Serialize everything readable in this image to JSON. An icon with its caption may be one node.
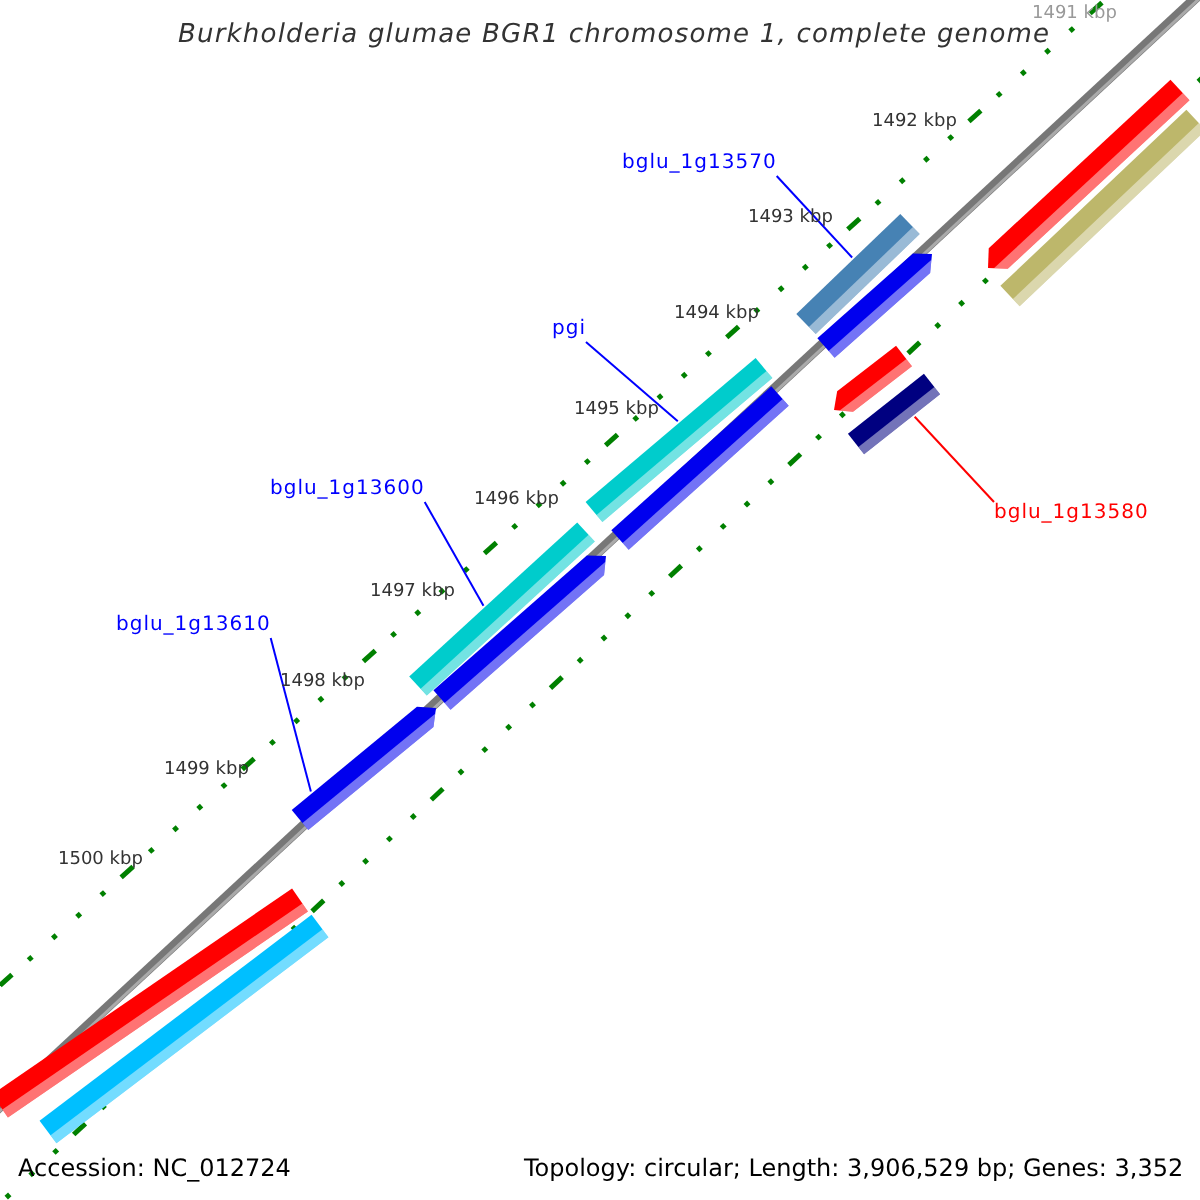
{
  "diagram": {
    "title": "Burkholderia glumae BGR1 chromosome 1, complete genome",
    "nodes": [
      {
        "text": [
          "bglu_1g13570"
        ]
      },
      {
        "text": [],
        "shape": "bar"
      },
      {
        "text": [
          "pgi"
        ]
      },
      {
        "text": [],
        "shape": "bar"
      },
      {
        "text": [
          "bglu_1g13600"
        ]
      },
      {
        "text": [],
        "shape": "bar"
      },
      {
        "text": [
          "bglu_1g13610"
        ]
      },
      {
        "text": [],
        "shape": "bar"
      },
      {
        "text": [
          "bglu_1g13580"
        ]
      },
      {
        "text": [],
        "shape": "bar"
      },
      {
        "text": [],
        "shape": "bar"
      },
      {
        "text": [],
        "shape": "bar"
      },
      {
        "text": [],
        "shape": "bar"
      },
      {
        "text": [],
        "shape": "bar"
      },
      {
        "text": [],
        "shape": "bar"
      },
      {
        "text": [],
        "shape": "bar"
      },
      {
        "text": [],
        "shape": "bar"
      },
      {
        "text": [],
        "shape": "bar"
      }
    ],
    "edges": [
      {
        "from": 0,
        "to": 1,
        "arrow": "none"
      },
      {
        "from": 2,
        "to": 3,
        "arrow": "none"
      },
      {
        "from": 4,
        "to": 5,
        "arrow": "none"
      },
      {
        "from": 6,
        "to": 7,
        "arrow": "none"
      },
      {
        "from": 8,
        "to": 9,
        "arrow": "none",
        "color": "#ff0000"
      }
    ],
    "labels": [
      "1491 kbp",
      "1492 kbp",
      "1493 kbp",
      "1494 kbp",
      "1495 kbp",
      "1496 kbp",
      "1497 kbp",
      "1498 kbp",
      "1499 kbp",
      "1500 kbp",
      "Accession: NC_012724",
      "Topology: circular; Length: 3,906,529 bp; Genes: 3,352"
    ]
  }
}
